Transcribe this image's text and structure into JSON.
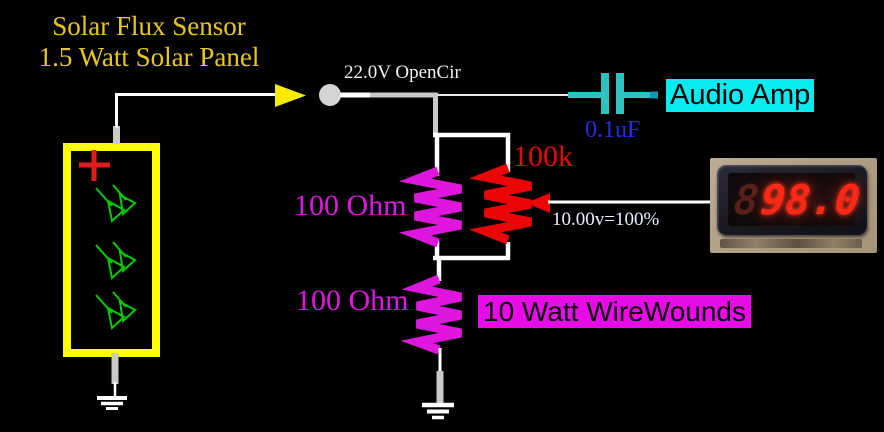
{
  "title": {
    "line1": "Solar Flux Sensor",
    "line2": "1.5 Watt Solar Panel"
  },
  "net_labels": {
    "open_circuit": "22.0V OpenCir",
    "cap_value": "0.1uF",
    "audio_amp": "Audio Amp",
    "parallel_resistor": "100 Ohm",
    "pot_value": "100k",
    "meter_scale": "10.00v=100%",
    "series_resistor": "100 Ohm",
    "wirewound_note": "10 Watt WireWounds"
  },
  "meter": {
    "ghost_digit": "8",
    "reading": "98.0"
  },
  "colors": {
    "background": "#000000",
    "title_yellow": "#e9c81c",
    "panel_border_yellow": "#ffff00",
    "plus_red": "#e21b1b",
    "ray_green": "#00cc00",
    "wire_white": "#ffffff",
    "wire_gray": "#c9c9c9",
    "diode_arrow_yellow": "#f8ec00",
    "node_gray": "#d4d4d4",
    "capacitor_cyan": "#2fc0bf",
    "audio_amp_bg": "#0be9f1",
    "cap_label_blue": "#2a2ae6",
    "resistor_magenta": "#de16de",
    "resistor_red": "#ea0606",
    "wirewound_bg": "#e70ce7",
    "meter_digit_red": "#ff2715"
  }
}
